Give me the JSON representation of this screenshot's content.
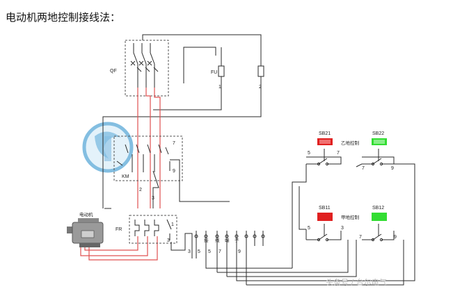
{
  "heading": "电动机两地控制接线法：",
  "labels": {
    "qf": "QF",
    "fu": "FU",
    "fu_term_1": "1",
    "fu_term_2": "2",
    "km": "KM",
    "km_term_7": "7",
    "km_term_9": "9",
    "km_term_2": "2",
    "km_term_3": "3",
    "fr": "FR",
    "fr_term_1": "1",
    "fr_term_3": "3",
    "motor": "电动机",
    "sb21": "SB21",
    "sb22": "SB22",
    "yi_control": "乙地控制",
    "sb11": "SB11",
    "sb12": "SB12",
    "jia_control": "甲地控制",
    "sw_upper_5": "5",
    "sw_upper_7a": "7",
    "sw_upper_7b": "7",
    "sw_upper_9": "9",
    "sw_lower_5": "5",
    "sw_lower_3": "3",
    "sw_lower_7": "7",
    "sw_lower_9": "9",
    "tb_3": "3",
    "tb_5a": "5",
    "tb_5b": "5",
    "tb_7": "7",
    "tb_9": "9",
    "tb_char_1": "接",
    "tb_char_2": "线",
    "tb_char_3": "端",
    "tb_char_4": "子",
    "watermark": "头条号 / 台尔电气"
  },
  "colors": {
    "wire": "#2a2a2a",
    "power_wire": "#e05050",
    "button_red": "#e02020",
    "button_green": "#33dd33",
    "logo_blue": "#5aa9d8",
    "dashed_box": "#555555"
  },
  "icons": {
    "logo": "circular-blue-logo-icon",
    "motor": "motor-icon"
  }
}
